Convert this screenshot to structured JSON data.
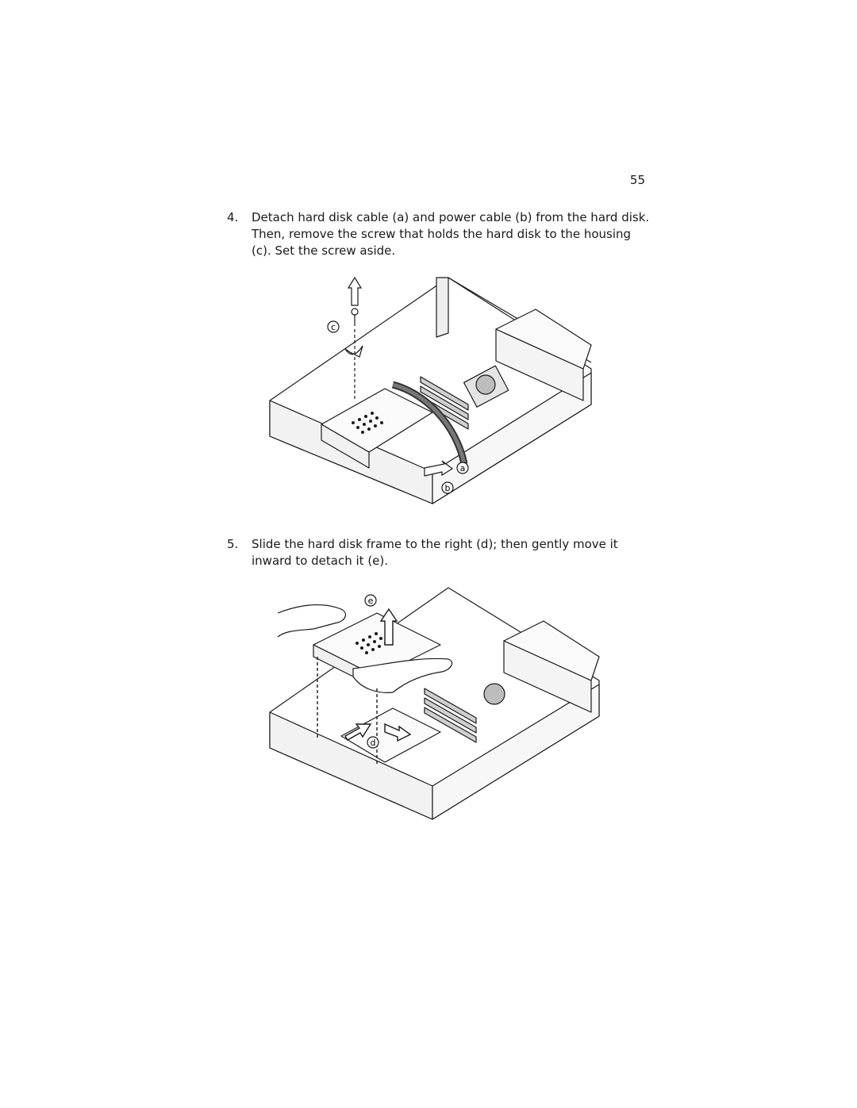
{
  "page_number": "55",
  "steps": [
    {
      "number": "4.",
      "text": "Detach hard disk cable (a) and power cable (b) from the hard disk. Then, remove the screw that holds the hard disk to the housing (c). Set the screw aside."
    },
    {
      "number": "5.",
      "text": "Slide the hard disk frame to the right (d); then gently move it inward to detach it  (e)."
    }
  ],
  "figure1": {
    "callouts": [
      "c",
      "a",
      "b"
    ]
  },
  "figure2": {
    "callouts": [
      "e",
      "d"
    ]
  }
}
